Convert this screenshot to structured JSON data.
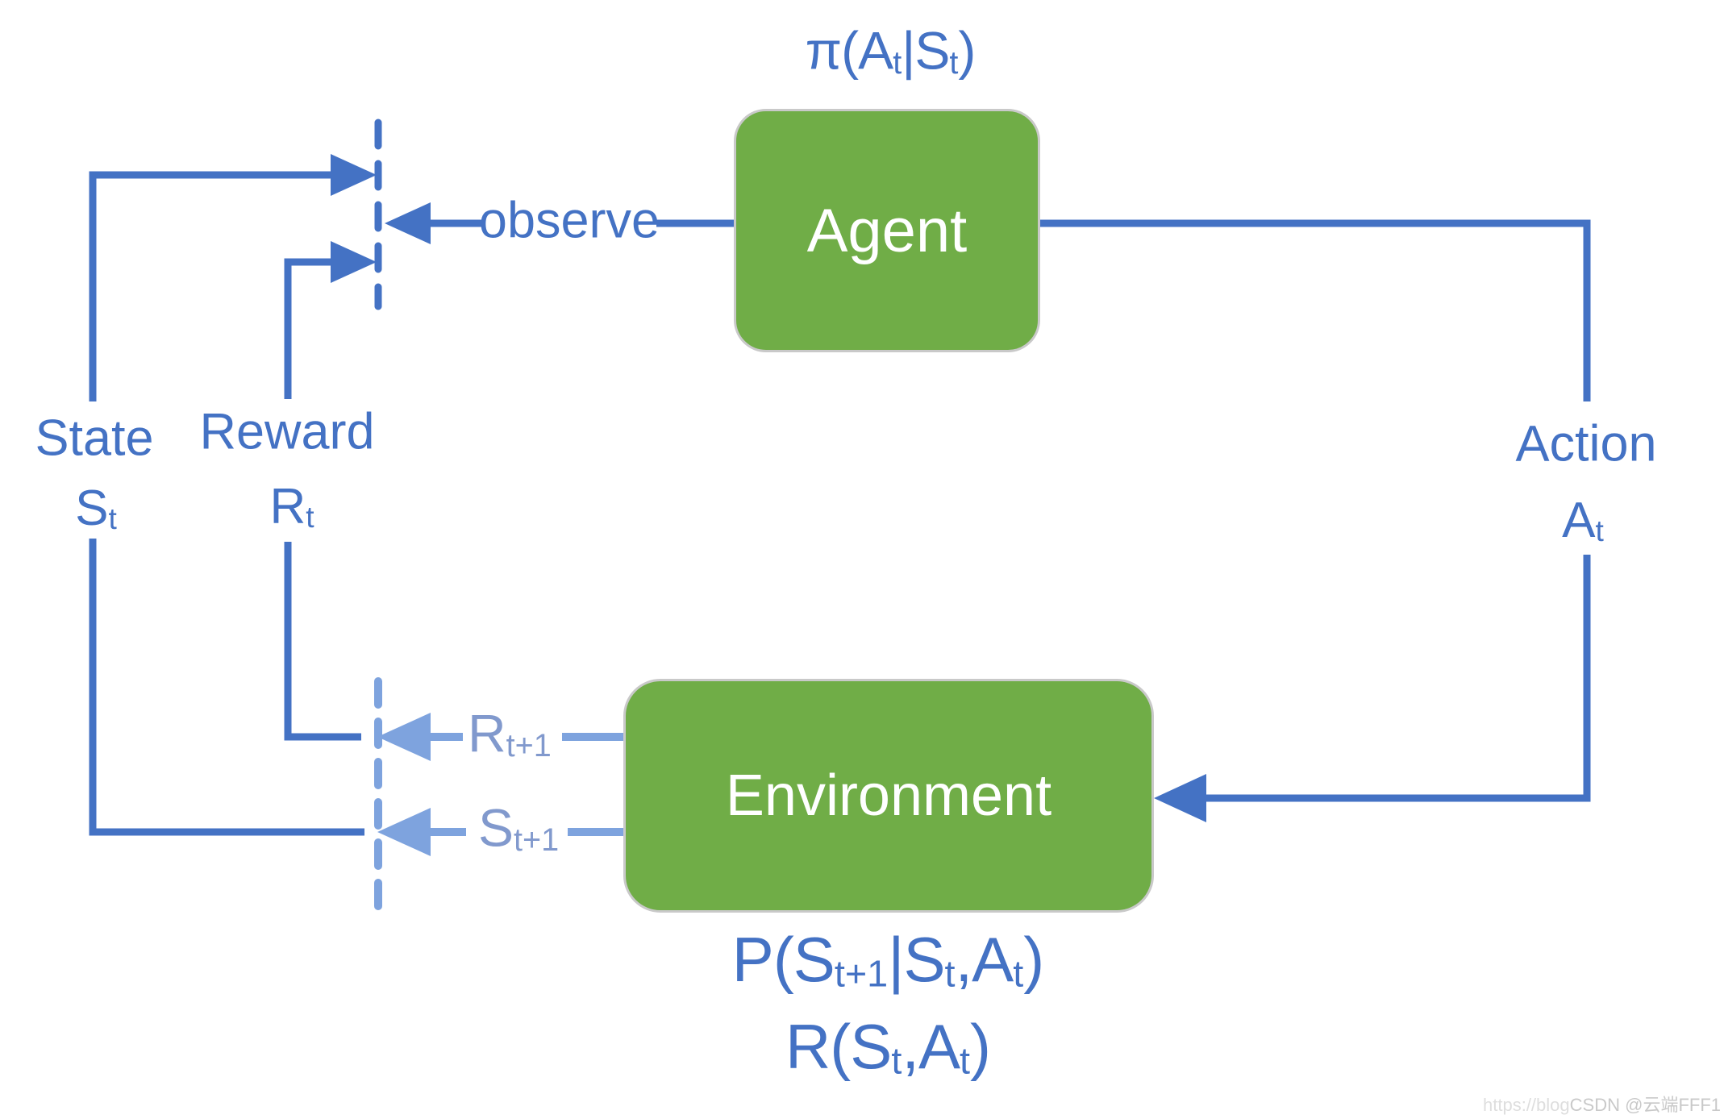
{
  "diagram": {
    "policy_formula": {
      "p1": "π(A",
      "s1": "t",
      "p2": "|S",
      "s2": "t",
      "p3": ")"
    },
    "agent_label": "Agent",
    "environment_label": "Environment",
    "observe_label": "observe",
    "state": {
      "word": "State",
      "base": "S",
      "sub": "t"
    },
    "reward": {
      "word": "Reward",
      "base": "R",
      "sub": "t"
    },
    "action": {
      "word": "Action",
      "base": "A",
      "sub": "t"
    },
    "reward_next": {
      "base": "R",
      "sub": "t+1"
    },
    "state_next": {
      "base": "S",
      "sub": "t+1"
    },
    "transition_formula": {
      "p1": "P(S",
      "s1": "t+1",
      "p2": "|S",
      "s2": "t",
      "p3": ",A",
      "s3": "t",
      "p4": ")"
    },
    "reward_formula": {
      "p1": "R(S",
      "s1": "t",
      "p2": ",A",
      "s2": "t",
      "p3": ")"
    },
    "watermark": {
      "prefix": "https://blog",
      "main": "CSDN @云端FFF1"
    },
    "colors": {
      "line_blue": "#4472C4",
      "light_blue": "#7EA3DE",
      "light_blue_text": "#8199CD",
      "box_green": "#70AD47",
      "box_border": "#C9C9C9",
      "box_text": "#FFFFFF",
      "watermark_gray": "#C9C9C9"
    }
  }
}
